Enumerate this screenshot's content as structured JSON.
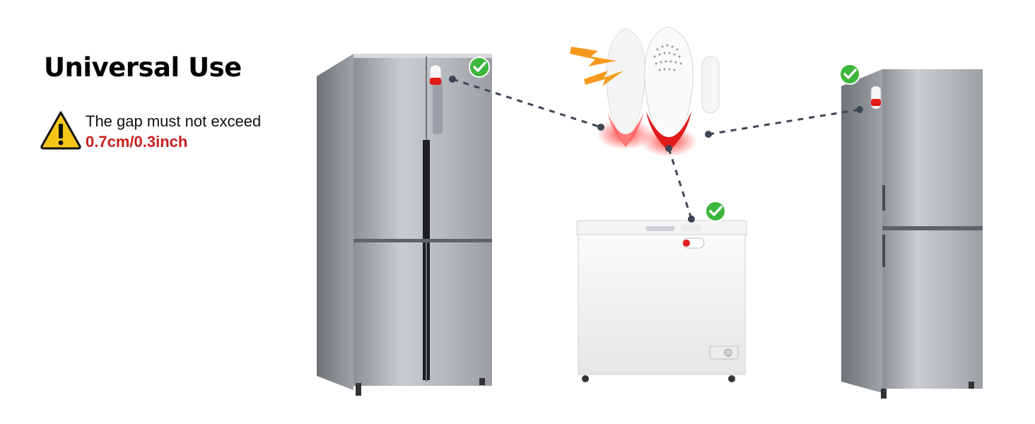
{
  "heading": "Universal Use",
  "note": {
    "line1": "The gap must not exceed",
    "line2": "0.7cm/0.3inch"
  },
  "colors": {
    "warning_fill": "#f5c518",
    "gap_text": "#c81e1e",
    "check_green": "#3cb63c",
    "dash_line": "#3e4654",
    "sensor_red": "#e21a1a"
  },
  "icons": [
    "warning-icon",
    "check-icon",
    "lightning-icon"
  ]
}
